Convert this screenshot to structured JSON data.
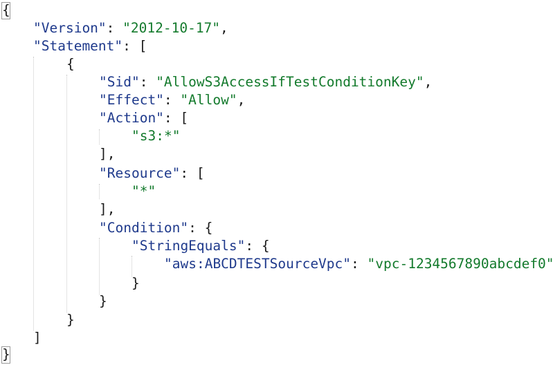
{
  "code": {
    "open_brace": "{",
    "version_key": "\"Version\"",
    "version_value": "\"2012-10-17\"",
    "statement_key": "\"Statement\"",
    "statement_open": "[",
    "stmt_open_brace": "{",
    "sid_key": "\"Sid\"",
    "sid_value": "\"AllowS3AccessIfTestConditionKey\"",
    "effect_key": "\"Effect\"",
    "effect_value": "\"Allow\"",
    "action_key": "\"Action\"",
    "action_open": "[",
    "action_item": "\"s3:*\"",
    "action_close": "],",
    "resource_key": "\"Resource\"",
    "resource_open": "[",
    "resource_item": "\"*\"",
    "resource_close": "],",
    "condition_key": "\"Condition\"",
    "condition_open": "{",
    "stringequals_key": "\"StringEquals\"",
    "stringequals_open": "{",
    "vpc_key": "\"aws:ABCDTESTSourceVpc\"",
    "vpc_value": "\"vpc-1234567890abcdef0\"",
    "stringequals_close": "}",
    "condition_close": "}",
    "stmt_close_brace": "}",
    "statement_close": "]",
    "close_brace": "}"
  },
  "colors": {
    "key": "#1f3a8c",
    "string": "#137a2c",
    "punctuation": "#1a1a1a",
    "background": "#ffffff"
  }
}
